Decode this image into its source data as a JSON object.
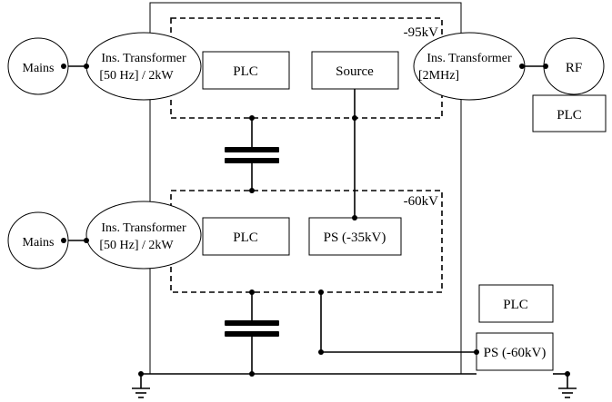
{
  "top_stage": {
    "voltage_label": "-95kV",
    "plc_label": "PLC",
    "source_label": "Source"
  },
  "bottom_stage": {
    "voltage_label": "-60kV",
    "plc_label": "PLC",
    "ps_label": "PS (-35kV)"
  },
  "top_left": {
    "mains_label": "Mains",
    "transformer_line1": "Ins. Transformer",
    "transformer_line2": "[50 Hz] / 2kW"
  },
  "bottom_left": {
    "mains_label": "Mains",
    "transformer_line1": "Ins. Transformer",
    "transformer_line2": "[50 Hz] / 2kW"
  },
  "rf_side": {
    "transformer_line1": "Ins. Transformer",
    "transformer_line2": "[2MHz]",
    "rf_label": "RF",
    "plc_label": "PLC"
  },
  "ground_side": {
    "plc_label": "PLC",
    "ps_label": "PS (-60kV)"
  }
}
